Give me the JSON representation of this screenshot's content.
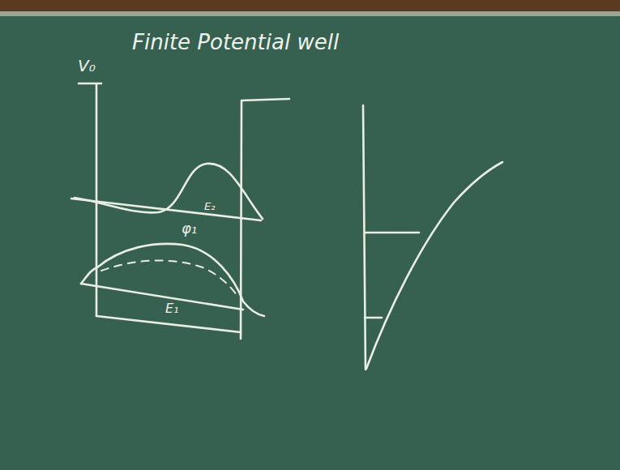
{
  "diagram": {
    "title": "Finite Potential well",
    "labels": [
      "V₀",
      "E₂",
      "φ₁",
      "E₁"
    ]
  }
}
